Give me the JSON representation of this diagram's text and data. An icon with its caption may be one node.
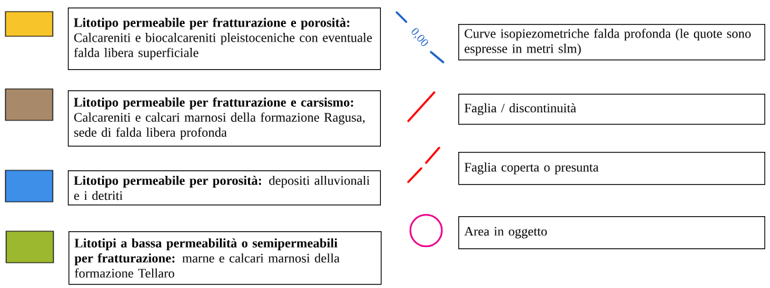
{
  "diagram": {
    "labels": [
      "0,00"
    ],
    "legend": [
      {
        "text": "**Litotipo permeabile per fratturazione e porosità:** Calcareniti e biocalcareniti pleistoceniche con eventuale falda libera superficiale",
        "color": "#f7c52a"
      },
      {
        "text": "**Litotipo permeabile per fratturazione e carsismo:** Calcareniti e calcari marnosi della formazione Ragusa, sede di falda libera profonda",
        "color": "#a88a6a"
      },
      {
        "text": "**Litotipo permeabile per porosità:** depositi alluvionali e i detriti",
        "color": "#3d8fe8"
      },
      {
        "text": "**Litotipi a bassa permeabilità o semipermeabili per fratturazione:** marne e calcari marnosi della formazione Tellaro",
        "color": "#9cb82e"
      },
      {
        "text": "Curve isopiezometriche falda profonda (le quote sono espresse in metri slm)"
      },
      {
        "text": "Faglia / discontinuità"
      },
      {
        "text": "Faglia coperta o presunta"
      },
      {
        "text": "Area in oggetto"
      }
    ]
  }
}
